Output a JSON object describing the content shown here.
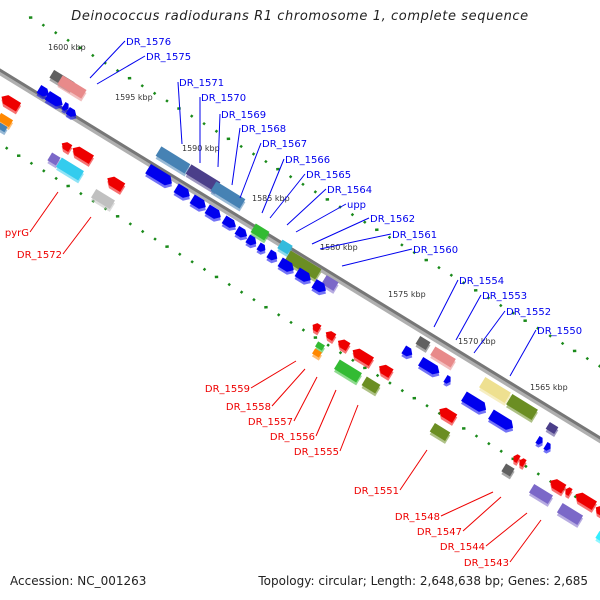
{
  "title": "Deinococcus radiodurans R1 chromosome 1, complete sequence",
  "footer": {
    "accession": "Accession: NC_001263",
    "topology": "Topology: circular; Length: 2,648,638 bp; Genes: 2,685"
  },
  "colors": {
    "backbone": "#888888",
    "tick": "#1a8a1a",
    "label_forward": "#0000ee",
    "label_reverse": "#ee0000"
  },
  "scale_labels": [
    "1600 kbp",
    "1595 kbp",
    "1590 kbp",
    "1585 kbp",
    "1580 kbp",
    "1575 kbp",
    "1570 kbp",
    "1565 kbp"
  ],
  "forward_labels": [
    "DR_1576",
    "DR_1575",
    "DR_1571",
    "DR_1570",
    "DR_1569",
    "DR_1568",
    "DR_1567",
    "DR_1566",
    "DR_1565",
    "DR_1564",
    "upp",
    "DR_1562",
    "DR_1561",
    "DR_1560",
    "DR_1554",
    "DR_1553",
    "DR_1552",
    "DR_1550"
  ],
  "reverse_labels": [
    "pyrG",
    "DR_1572",
    "DR_1559",
    "DR_1558",
    "DR_1557",
    "DR_1556",
    "DR_1555",
    "DR_1551",
    "DR_1548",
    "DR_1547",
    "DR_1544",
    "DR_1543"
  ]
}
